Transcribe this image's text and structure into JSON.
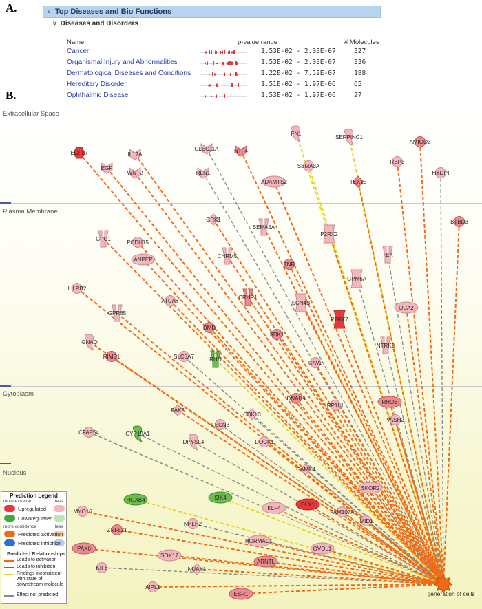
{
  "panelA": {
    "letter": "A.",
    "header": "Top Diseases and Bio Functions",
    "subheader": "Diseases and Disorders",
    "columns": {
      "name": "Name",
      "pvalue": "p-value range",
      "molecules": "# Molecules"
    },
    "rows": [
      {
        "name": "Cancer",
        "range": "1.53E-02 - 2.03E-07",
        "molecules": "327"
      },
      {
        "name": "Organismal Injury and Abnormalities",
        "range": "1.53E-02 - 2.03E-07",
        "molecules": "336"
      },
      {
        "name": "Dermatological Diseases and Conditions",
        "range": "1.22E-02 - 7.52E-07",
        "molecules": "188"
      },
      {
        "name": "Hereditary Disorder",
        "range": "1.51E-02 - 1.97E-06",
        "molecules": "65"
      },
      {
        "name": "Ophthalmic Disease",
        "range": "1.53E-02 - 1.97E-06",
        "molecules": "27"
      }
    ]
  },
  "panelB": {
    "letter": "B.",
    "bands": [
      "Extracellular Space",
      "Plasma Membrane",
      "Cytoplasm",
      "Nucleus"
    ],
    "target": "generation of cells",
    "colors": {
      "activation": "#f26a16",
      "inhibition": "#2f6fd6",
      "inconsistent": "#e3d62a",
      "not_predicted": "#8a8a8a",
      "up_strong": "#e8383c",
      "up_weak": "#f4b6bd",
      "down": "#6cbd4e"
    },
    "nodes": [
      {
        "name": "FN1",
        "shape": "cytokine",
        "reg": "up_weak",
        "edge": "inconsistent"
      },
      {
        "name": "SERPINC1",
        "shape": "cytokine",
        "reg": "up_weak",
        "edge": "inconsistent"
      },
      {
        "name": "AMIGO3",
        "shape": "circle",
        "reg": "up_mid",
        "edge": "activation"
      },
      {
        "name": "EGFL7",
        "shape": "hexagon",
        "reg": "up_strong",
        "edge": "activation"
      },
      {
        "name": "IL12A",
        "shape": "chevron",
        "reg": "up_weak",
        "edge": "activation"
      },
      {
        "name": "CLEC11A",
        "shape": "chevron",
        "reg": "up_weak",
        "edge": "not_predicted"
      },
      {
        "name": "NTF4",
        "shape": "chevron",
        "reg": "up_mid",
        "edge": "activation"
      },
      {
        "name": "RBP3",
        "shape": "circle",
        "reg": "up_weak",
        "edge": "activation"
      },
      {
        "name": "EGF",
        "shape": "chevron",
        "reg": "up_weak",
        "edge": "activation"
      },
      {
        "name": "WNT2",
        "shape": "chevron",
        "reg": "up_weak",
        "edge": "activation"
      },
      {
        "name": "RLN1",
        "shape": "chevron",
        "reg": "up_weak",
        "edge": "not_predicted"
      },
      {
        "name": "SEMA3A",
        "shape": "circle",
        "reg": "up_weak",
        "edge": "inconsistent"
      },
      {
        "name": "HYDIN",
        "shape": "circle",
        "reg": "up_weak",
        "edge": "not_predicted"
      },
      {
        "name": "ADAMTS2",
        "shape": "ellipse",
        "reg": "up_weak",
        "edge": "activation"
      },
      {
        "name": "TEX15",
        "shape": "diamond",
        "reg": "up_mid",
        "edge": "activation"
      },
      {
        "name": "BTBD3",
        "shape": "circle",
        "reg": "up_mid",
        "edge": "activation"
      },
      {
        "name": "GRK1",
        "shape": "diamond",
        "reg": "up_weak",
        "edge": "activation"
      },
      {
        "name": "SEMA5A",
        "shape": "receptor",
        "reg": "up_weak",
        "edge": "activation"
      },
      {
        "name": "P2RX2",
        "shape": "channel",
        "reg": "up_weak",
        "edge": "activation"
      },
      {
        "name": "GPC1",
        "shape": "receptor",
        "reg": "up_weak",
        "edge": "activation"
      },
      {
        "name": "PCDH15",
        "shape": "circle",
        "reg": "up_weak",
        "edge": "activation"
      },
      {
        "name": "ANPEP",
        "shape": "ellipse",
        "reg": "up_weak",
        "edge": "activation"
      },
      {
        "name": "CHRM5",
        "shape": "receptor",
        "reg": "up_weak",
        "edge": "activation"
      },
      {
        "name": "TNR",
        "shape": "circle",
        "reg": "up_mid",
        "edge": "activation"
      },
      {
        "name": "GPM6A",
        "shape": "channel",
        "reg": "up_weak",
        "edge": "not_predicted"
      },
      {
        "name": "TEK",
        "shape": "receptor",
        "reg": "up_weak",
        "edge": "not_predicted"
      },
      {
        "name": "LILRB2",
        "shape": "circle",
        "reg": "up_weak",
        "edge": "activation"
      },
      {
        "name": "GPR65",
        "shape": "receptor",
        "reg": "up_weak",
        "edge": "activation"
      },
      {
        "name": "ATCAY",
        "shape": "circle",
        "reg": "up_weak",
        "edge": "activation"
      },
      {
        "name": "CRHR1",
        "shape": "receptor",
        "reg": "up_mid",
        "edge": "activation"
      },
      {
        "name": "SCN4B",
        "shape": "channel",
        "reg": "up_weak",
        "edge": "activation"
      },
      {
        "name": "OCA2",
        "shape": "ellipse",
        "reg": "up_weak",
        "edge": "activation"
      },
      {
        "name": "P2RX7",
        "shape": "channel",
        "reg": "up_strong",
        "edge": "activation"
      },
      {
        "name": "GNAQ",
        "shape": "cytokine",
        "reg": "up_weak",
        "edge": "activation"
      },
      {
        "name": "DMD",
        "shape": "circle",
        "reg": "up_mid",
        "edge": "activation"
      },
      {
        "name": "SDK1",
        "shape": "circle",
        "reg": "up_mid",
        "edge": "activation"
      },
      {
        "name": "RIMS1",
        "shape": "circle",
        "reg": "up_mid",
        "edge": "activation"
      },
      {
        "name": "SLC5A7",
        "shape": "circle",
        "reg": "up_weak",
        "edge": "not_predicted"
      },
      {
        "name": "RHO",
        "shape": "receptor",
        "reg": "down",
        "edge": "inconsistent"
      },
      {
        "name": "CAV2",
        "shape": "circle",
        "reg": "up_weak",
        "edge": "activation"
      },
      {
        "name": "NTRK3",
        "shape": "receptor",
        "reg": "up_weak",
        "edge": "not_predicted"
      },
      {
        "name": "DNAH9",
        "shape": "circle",
        "reg": "up_mid",
        "edge": "activation"
      },
      {
        "name": "RP1L1",
        "shape": "circle",
        "reg": "up_weak",
        "edge": "activation"
      },
      {
        "name": "RHOB",
        "shape": "ellipse",
        "reg": "up_mid",
        "edge": "activation"
      },
      {
        "name": "PAK3",
        "shape": "diamond",
        "reg": "up_weak",
        "edge": "activation"
      },
      {
        "name": "CDKL3",
        "shape": "diamond",
        "reg": "up_weak",
        "edge": "not_predicted"
      },
      {
        "name": "FSCN3",
        "shape": "circle",
        "reg": "up_weak",
        "edge": "not_predicted"
      },
      {
        "name": "VASH2",
        "shape": "circle",
        "reg": "up_weak",
        "edge": "activation"
      },
      {
        "name": "CFAP54",
        "shape": "circle",
        "reg": "up_weak",
        "edge": "not_predicted"
      },
      {
        "name": "CYP19A1",
        "shape": "cytokine",
        "reg": "down",
        "edge": "not_predicted"
      },
      {
        "name": "DPYSL4",
        "shape": "cytokine",
        "reg": "up_weak",
        "edge": "not_predicted"
      },
      {
        "name": "DOCK1",
        "shape": "circle",
        "reg": "up_weak",
        "edge": "activation"
      },
      {
        "name": "CAMK4",
        "shape": "diamond",
        "reg": "up_weak",
        "edge": "not_predicted"
      },
      {
        "name": "HOXB4",
        "shape": "ellipse",
        "reg": "down",
        "edge": "inconsistent"
      },
      {
        "name": "SIX4",
        "shape": "ellipse",
        "reg": "down",
        "edge": "inconsistent"
      },
      {
        "name": "SKOR2",
        "shape": "ellipse",
        "reg": "up_weak",
        "edge": "not_predicted"
      },
      {
        "name": "MYO16",
        "shape": "circle",
        "reg": "up_weak",
        "edge": "activation"
      },
      {
        "name": "DLX1",
        "shape": "ellipse",
        "reg": "up_strong",
        "edge": "activation"
      },
      {
        "name": "KLF4",
        "shape": "ellipse",
        "reg": "up_weak",
        "edge": "activation"
      },
      {
        "name": "MID1",
        "shape": "circle",
        "reg": "up_weak",
        "edge": "activation"
      },
      {
        "name": "FAM107A",
        "shape": "circle",
        "reg": "up_weak",
        "edge": "activation"
      },
      {
        "name": "NHLH2",
        "shape": "circle",
        "reg": "up_weak",
        "edge": "not_predicted"
      },
      {
        "name": "ZNF521",
        "shape": "circle",
        "reg": "up_mid",
        "edge": "activation"
      },
      {
        "name": "HORMAD1",
        "shape": "ellipse",
        "reg": "up_weak",
        "edge": "activation"
      },
      {
        "name": "OVOL1",
        "shape": "ellipse",
        "reg": "up_weak",
        "edge": "activation"
      },
      {
        "name": "PAX6",
        "shape": "ellipse",
        "reg": "up_mid",
        "edge": "activation"
      },
      {
        "name": "SOX17",
        "shape": "ellipse",
        "reg": "up_weak",
        "edge": "activation"
      },
      {
        "name": "ARNTL",
        "shape": "ellipse",
        "reg": "up_mid",
        "edge": "activation"
      },
      {
        "name": "KIF6",
        "shape": "circle",
        "reg": "up_weak",
        "edge": "not_predicted"
      },
      {
        "name": "NUAK1",
        "shape": "diamond",
        "reg": "up_weak",
        "edge": "activation"
      },
      {
        "name": "AIPL1",
        "shape": "circle",
        "reg": "up_weak",
        "edge": "activation"
      },
      {
        "name": "ESR1",
        "shape": "ellipse",
        "reg": "up_mid",
        "edge": "activation"
      }
    ],
    "legend": {
      "title": "Prediction Legend",
      "more_extreme": "more extreme",
      "less": "less",
      "upregulated": "Upregulated",
      "downregulated": "Downregulated",
      "more_confidence": "more confidence",
      "less2": "less",
      "predicted_activation": "Predicted activation",
      "predicted_inhibition": "Predicted inhibition",
      "relationships_title": "Predicted Relationships",
      "leads_activation": "Leads to activation",
      "leads_inhibition": "Leads to inhibition",
      "findings_inconsistent": "Findings inconsistent with state of downstream molecule",
      "effect_not_predicted": "Effect not predicted"
    }
  }
}
